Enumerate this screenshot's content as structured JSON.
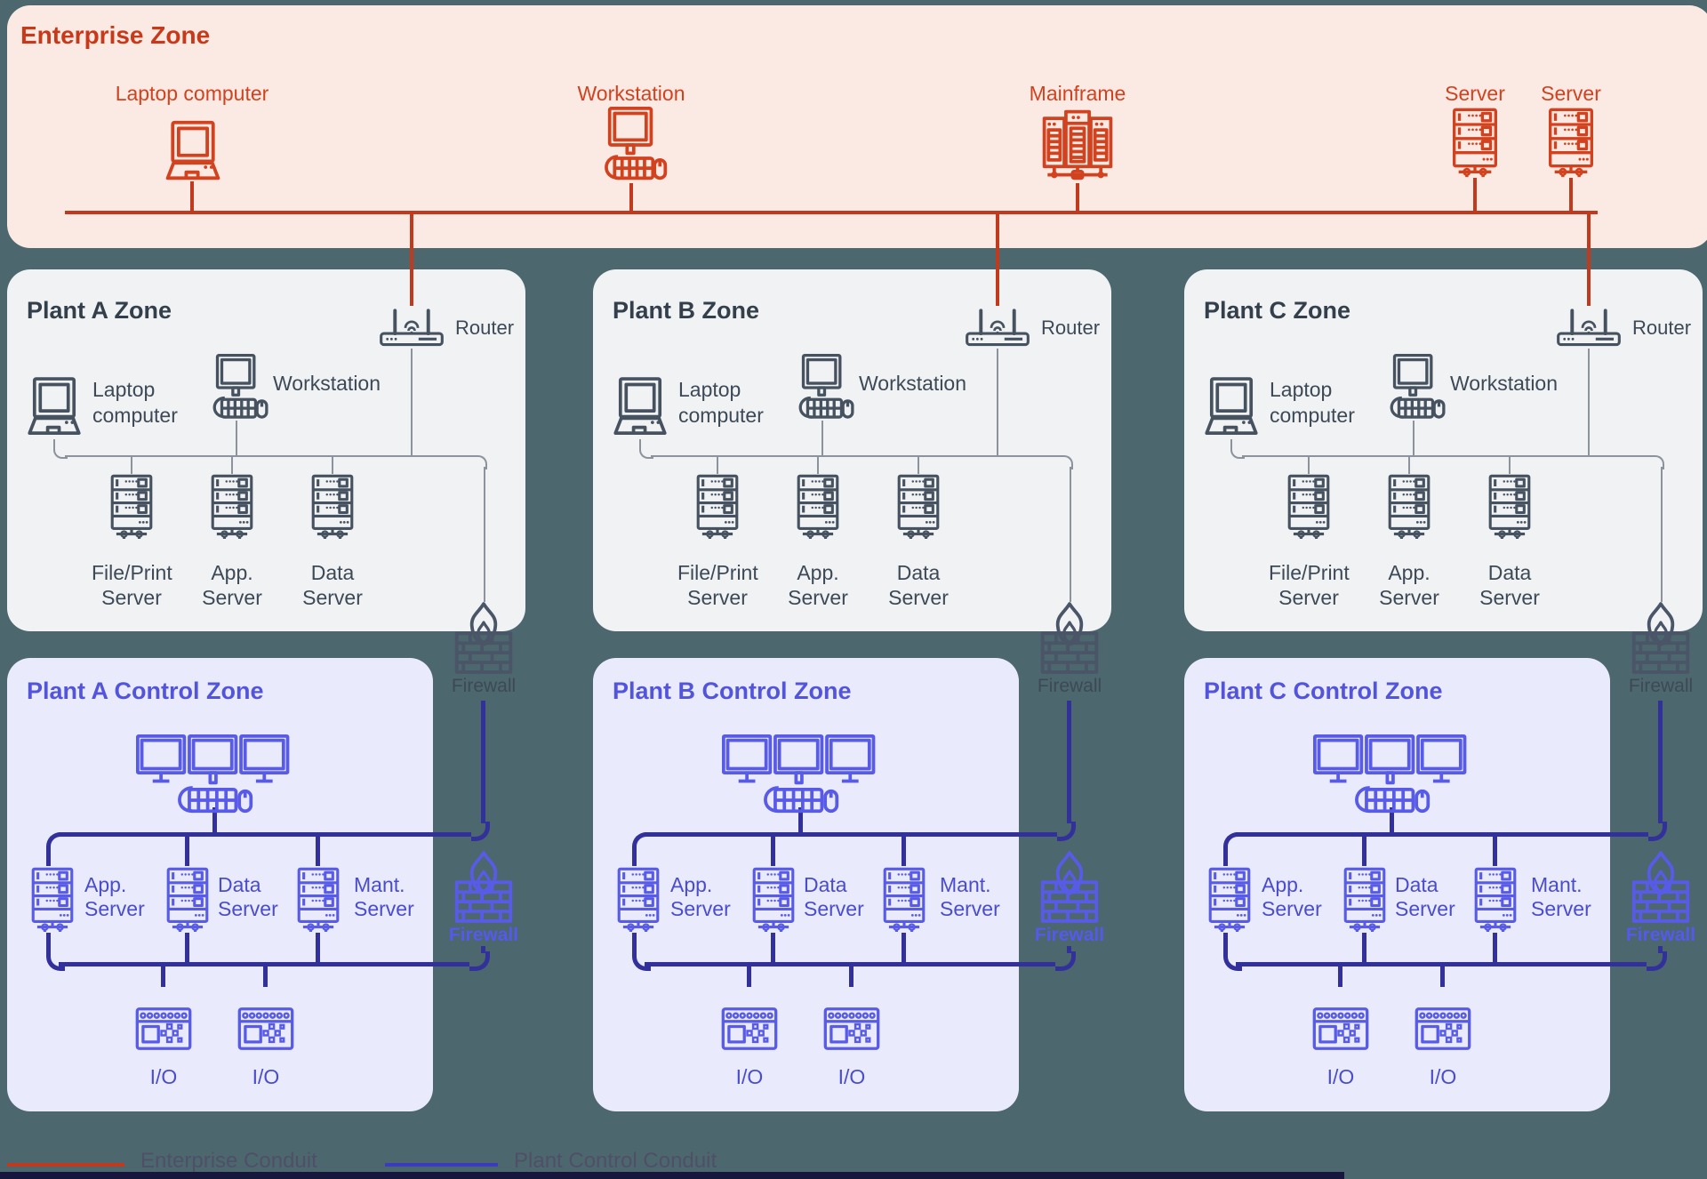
{
  "colors": {
    "canvas_background": "#4C676D",
    "enterprise_zone_background": "#FBE9E3",
    "plant_zone_background": "#F0F2F4",
    "control_zone_background": "#E9EAFB",
    "enterprise_accent": "#D2421E",
    "enterprise_conduit": "#C23A1E",
    "plant_icon": "#46525F",
    "plant_thin_line": "#8C939C",
    "control_accent": "#585BE8",
    "control_conduit": "#32319B",
    "upper_firewall_icon": "#4A5568",
    "bottom_bar": "#17163D"
  },
  "enterprise_zone": {
    "title": "Enterprise Zone",
    "devices": [
      {
        "label": "Laptop computer",
        "icon": "laptop-icon"
      },
      {
        "label": "Workstation",
        "icon": "workstation-icon"
      },
      {
        "label": "Mainframe",
        "icon": "mainframe-icon"
      },
      {
        "label": "Server",
        "icon": "server-icon"
      },
      {
        "label": "Server",
        "icon": "server-icon"
      }
    ]
  },
  "columns": [
    {
      "plant_zone": {
        "title": "Plant A Zone",
        "laptop_label": "Laptop computer",
        "workstation_label": "Workstation",
        "router_label": "Router",
        "server_labels": [
          "File/Print Server",
          "App. Server",
          "Data Server"
        ]
      },
      "upper_firewall_label": "Firewall",
      "control_zone": {
        "title": "Plant A Control Zone",
        "server_labels": [
          "App. Server",
          "Data Server",
          "Mant. Server"
        ],
        "io_labels": [
          "I/O",
          "I/O"
        ],
        "firewall_label": "Firewall"
      }
    },
    {
      "plant_zone": {
        "title": "Plant B Zone",
        "laptop_label": "Laptop computer",
        "workstation_label": "Workstation",
        "router_label": "Router",
        "server_labels": [
          "File/Print Server",
          "App. Server",
          "Data Server"
        ]
      },
      "upper_firewall_label": "Firewall",
      "control_zone": {
        "title": "Plant B Control Zone",
        "server_labels": [
          "App. Server",
          "Data Server",
          "Mant. Server"
        ],
        "io_labels": [
          "I/O",
          "I/O"
        ],
        "firewall_label": "Firewall"
      }
    },
    {
      "plant_zone": {
        "title": "Plant C Zone",
        "laptop_label": "Laptop computer",
        "workstation_label": "Workstation",
        "router_label": "Router",
        "server_labels": [
          "File/Print Server",
          "App. Server",
          "Data Server"
        ]
      },
      "upper_firewall_label": "Firewall",
      "control_zone": {
        "title": "Plant C Control Zone",
        "server_labels": [
          "App. Server",
          "Data Server",
          "Mant. Server"
        ],
        "io_labels": [
          "I/O",
          "I/O"
        ],
        "firewall_label": "Firewall"
      }
    }
  ],
  "legend": [
    {
      "label": "Enterprise Conduit",
      "swatch_color": "#C23A1E"
    },
    {
      "label": "Plant Control Conduit",
      "swatch_color": "#3B3BBF"
    }
  ]
}
